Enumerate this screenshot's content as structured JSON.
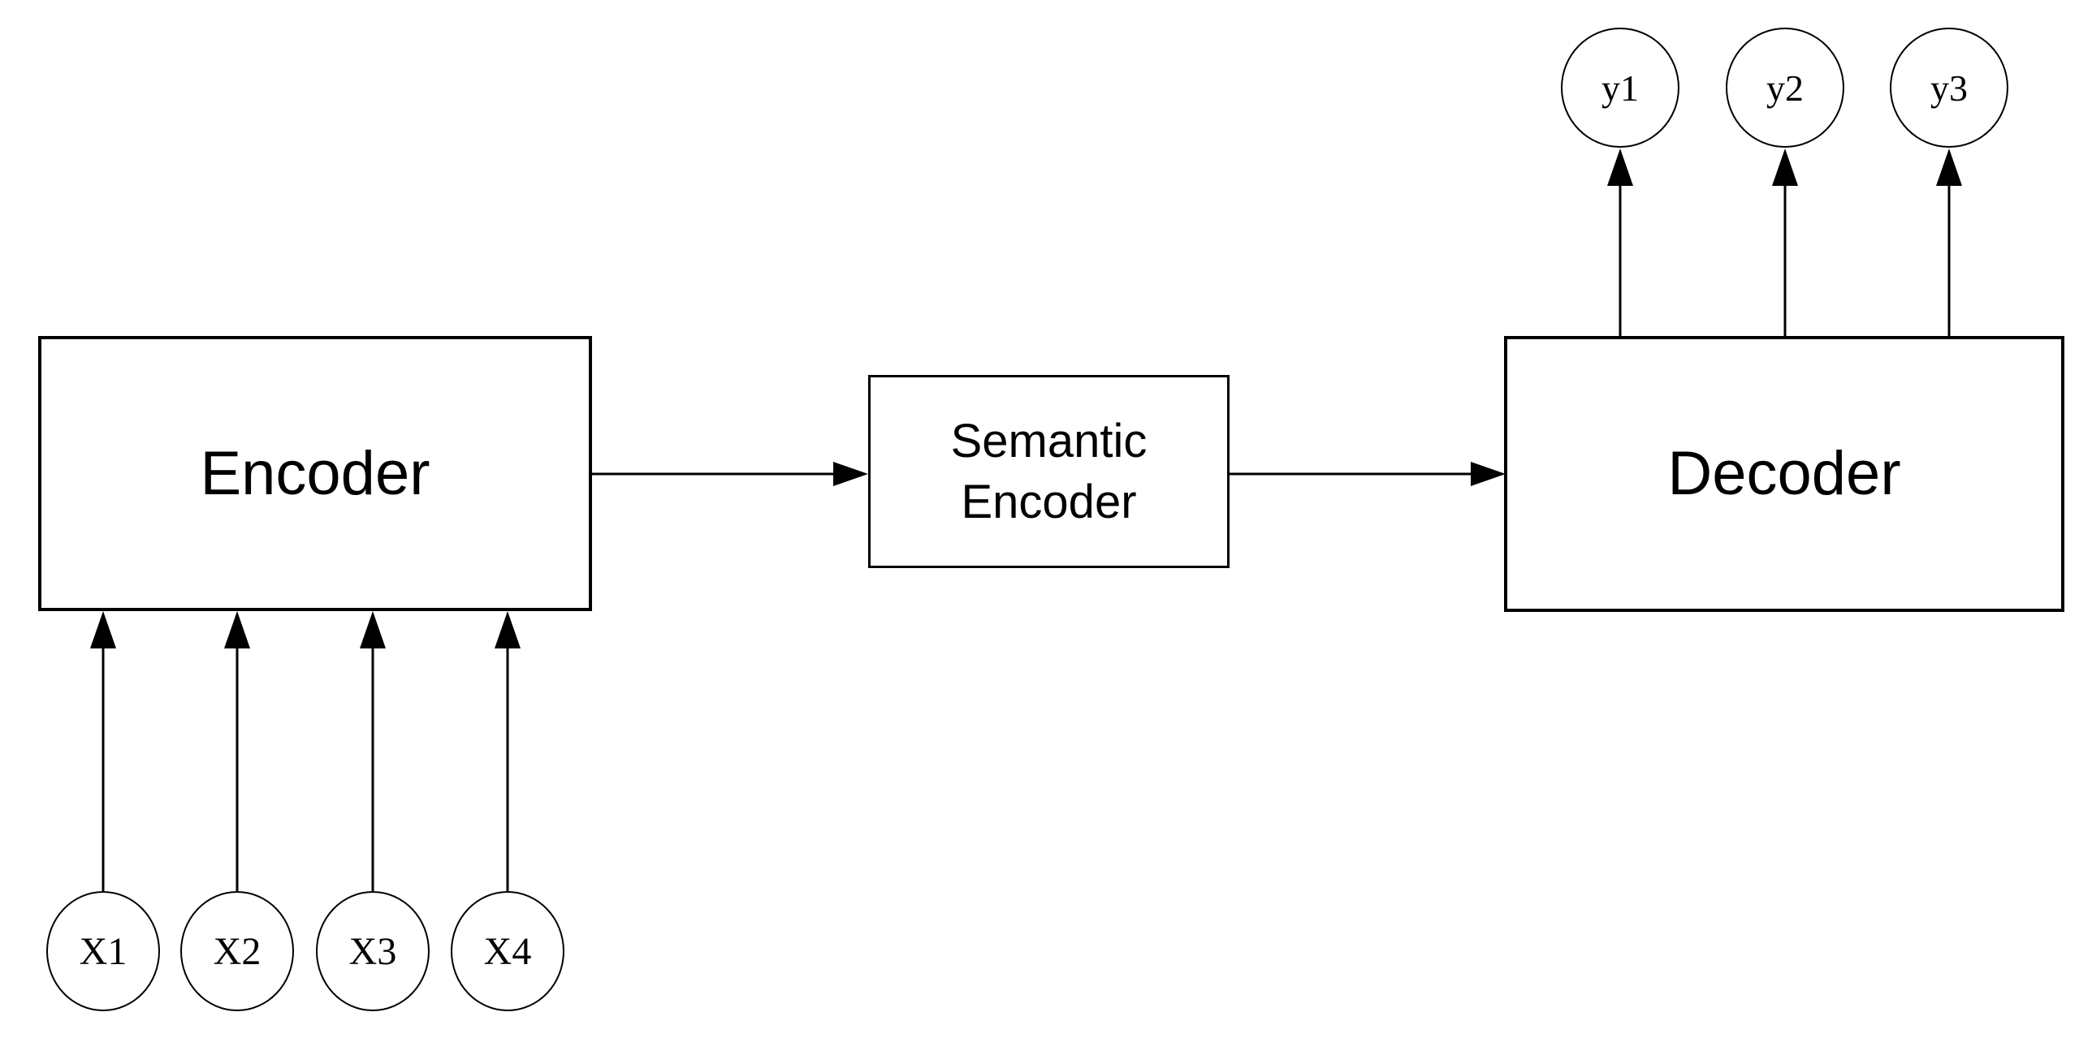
{
  "diagram": {
    "type": "block-diagram",
    "colors": {
      "background": "#ffffff",
      "stroke": "#000000",
      "text": "#000000"
    },
    "nodes": {
      "encoder": {
        "label": "Encoder"
      },
      "semantic_encoder": {
        "label": "Semantic Encoder",
        "line1": "Semantic",
        "line2": "Encoder"
      },
      "decoder": {
        "label": "Decoder"
      },
      "inputs": [
        {
          "label": "X1"
        },
        {
          "label": "X2"
        },
        {
          "label": "X3"
        },
        {
          "label": "X4"
        }
      ],
      "outputs": [
        {
          "label": "y1"
        },
        {
          "label": "y2"
        },
        {
          "label": "y3"
        }
      ]
    },
    "edges": [
      {
        "from": "X1",
        "to": "Encoder"
      },
      {
        "from": "X2",
        "to": "Encoder"
      },
      {
        "from": "X3",
        "to": "Encoder"
      },
      {
        "from": "X4",
        "to": "Encoder"
      },
      {
        "from": "Encoder",
        "to": "Semantic Encoder"
      },
      {
        "from": "Semantic Encoder",
        "to": "Decoder"
      },
      {
        "from": "Decoder",
        "to": "y1"
      },
      {
        "from": "Decoder",
        "to": "y2"
      },
      {
        "from": "Decoder",
        "to": "y3"
      }
    ]
  }
}
